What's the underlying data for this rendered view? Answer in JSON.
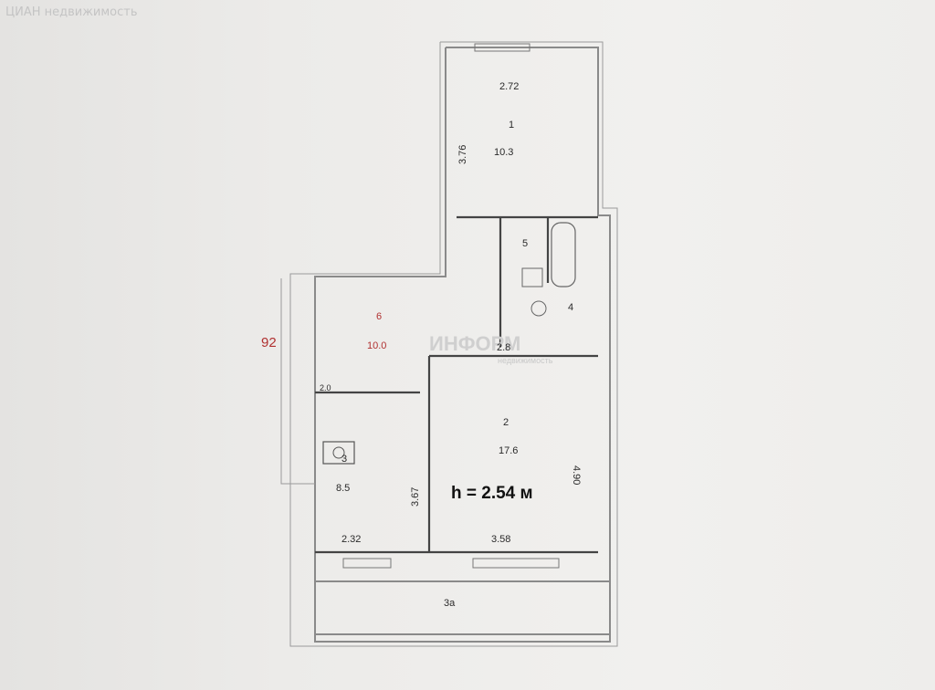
{
  "watermark_top": "ЦИАН недвижимость",
  "watermark_center": "ИНФОРМ",
  "watermark_sub": "недвижимость",
  "ceiling_height": "h = 2.54 м",
  "side_number": "92",
  "rooms": [
    {
      "id": "1",
      "area": "10.3",
      "width": "2.72",
      "length": "3.76"
    },
    {
      "id": "2",
      "area": "17.6",
      "width": "3.58",
      "length": "4.90"
    },
    {
      "id": "3",
      "area": "8.5",
      "width": "2.32",
      "length": "3.67"
    },
    {
      "id": "3а",
      "area": "",
      "width": "",
      "length": ""
    },
    {
      "id": "4",
      "area": "",
      "width": "",
      "length": ""
    },
    {
      "id": "5",
      "area": "",
      "width": "",
      "length": ""
    },
    {
      "id": "6",
      "area": "10.0",
      "width": "",
      "length": ""
    }
  ],
  "small_dims": {
    "corridor_width": "2.8",
    "doorway": "2.0"
  }
}
